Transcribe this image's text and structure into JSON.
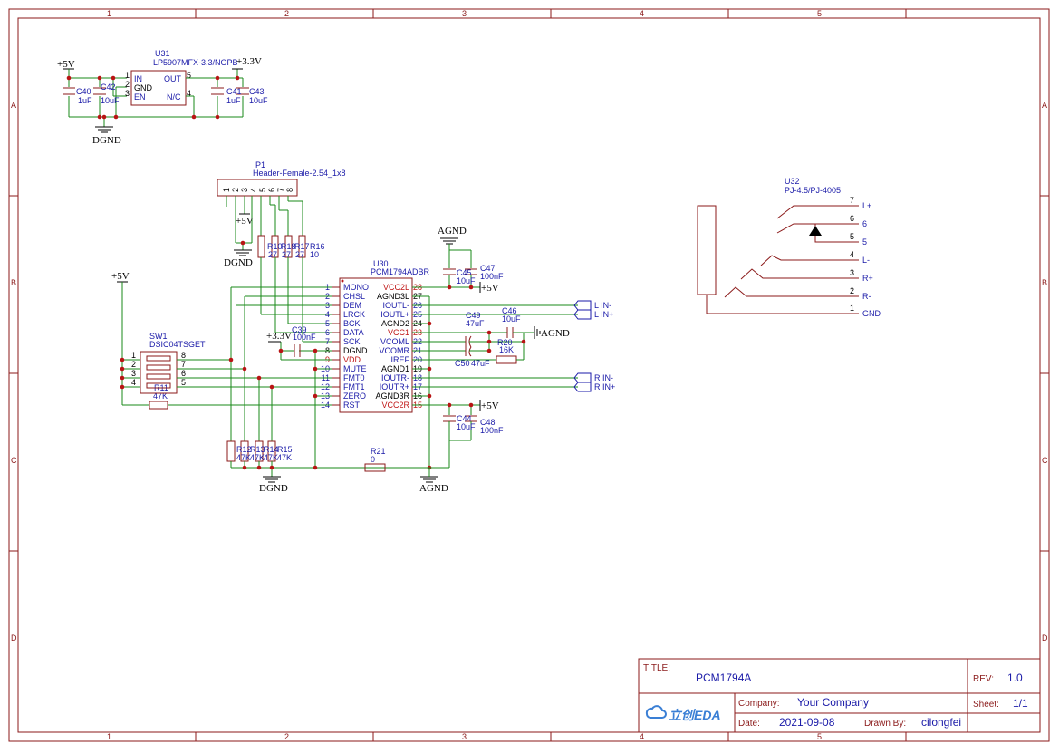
{
  "border": {
    "columns": [
      "1",
      "2",
      "3",
      "4",
      "5"
    ],
    "rows": [
      "A",
      "B",
      "C",
      "D"
    ]
  },
  "title_block": {
    "title_label": "TITLE:",
    "title": "PCM1794A",
    "rev_label": "REV:",
    "rev": "1.0",
    "company_label": "Company:",
    "company": "Your Company",
    "sheet_label": "Sheet:",
    "sheet": "1/1",
    "date_label": "Date:",
    "date": "2021-09-08",
    "drawn_label": "Drawn By:",
    "drawn_by": "cilongfei",
    "logo_text": "立创EDA"
  },
  "u31": {
    "ref": "U31",
    "part": "LP5907MFX-3.3/NOPB",
    "pins": [
      "IN",
      "GND",
      "EN",
      "OUT",
      "N/C"
    ],
    "pin_numbers": [
      "1",
      "2",
      "3",
      "5",
      "4"
    ]
  },
  "u31_caps": [
    {
      "ref": "C40",
      "value": "1uF"
    },
    {
      "ref": "C42",
      "value": "10uF"
    },
    {
      "ref": "C41",
      "value": "1uF"
    },
    {
      "ref": "C43",
      "value": "10uF"
    }
  ],
  "power": {
    "p5v": "+5V",
    "p33v": "+3.3V",
    "dgnd": "DGND",
    "agnd": "AGND"
  },
  "p1": {
    "ref": "P1",
    "part": "Header-Female-2.54_1x8",
    "pins": [
      "1",
      "2",
      "3",
      "4",
      "5",
      "6",
      "7",
      "8"
    ]
  },
  "resistors_top": [
    {
      "ref": "R10",
      "value": "27"
    },
    {
      "ref": "R18",
      "value": "27"
    },
    {
      "ref": "R17",
      "value": "27"
    },
    {
      "ref": "R16",
      "value": "10"
    }
  ],
  "u30": {
    "ref": "U30",
    "part": "PCM1794ADBR",
    "left_pins": [
      {
        "n": "1",
        "name": "MONO",
        "color": "blue"
      },
      {
        "n": "2",
        "name": "CHSL",
        "color": "blue"
      },
      {
        "n": "3",
        "name": "DEM",
        "color": "blue"
      },
      {
        "n": "4",
        "name": "LRCK",
        "color": "blue"
      },
      {
        "n": "5",
        "name": "BCK",
        "color": "blue"
      },
      {
        "n": "6",
        "name": "DATA",
        "color": "blue"
      },
      {
        "n": "7",
        "name": "SCK",
        "color": "blue"
      },
      {
        "n": "8",
        "name": "DGND",
        "color": "black"
      },
      {
        "n": "9",
        "name": "VDD",
        "color": "red"
      },
      {
        "n": "10",
        "name": "MUTE",
        "color": "blue"
      },
      {
        "n": "11",
        "name": "FMT0",
        "color": "blue"
      },
      {
        "n": "12",
        "name": "FMT1",
        "color": "blue"
      },
      {
        "n": "13",
        "name": "ZERO",
        "color": "blue"
      },
      {
        "n": "14",
        "name": "RST",
        "color": "blue"
      }
    ],
    "right_pins": [
      {
        "n": "28",
        "name": "VCC2L",
        "color": "red"
      },
      {
        "n": "27",
        "name": "AGND3L",
        "color": "black"
      },
      {
        "n": "26",
        "name": "IOUTL-",
        "color": "blue"
      },
      {
        "n": "25",
        "name": "IOUTL+",
        "color": "blue"
      },
      {
        "n": "24",
        "name": "AGND2",
        "color": "black"
      },
      {
        "n": "23",
        "name": "VCC1",
        "color": "red"
      },
      {
        "n": "22",
        "name": "VCOML",
        "color": "blue"
      },
      {
        "n": "21",
        "name": "VCOMR",
        "color": "blue"
      },
      {
        "n": "20",
        "name": "IREF",
        "color": "blue"
      },
      {
        "n": "19",
        "name": "AGND1",
        "color": "black"
      },
      {
        "n": "18",
        "name": "IOUTR-",
        "color": "blue"
      },
      {
        "n": "17",
        "name": "IOUTR+",
        "color": "blue"
      },
      {
        "n": "16",
        "name": "AGND3R",
        "color": "black"
      },
      {
        "n": "15",
        "name": "VCC2R",
        "color": "red"
      }
    ]
  },
  "u30_caps": [
    {
      "ref": "C45",
      "value": "10uF"
    },
    {
      "ref": "C47",
      "value": "100nF"
    },
    {
      "ref": "C39",
      "value": "100nF"
    },
    {
      "ref": "C49",
      "value": "47uF"
    },
    {
      "ref": "C46",
      "value": "10uF"
    },
    {
      "ref": "C50",
      "value": "47uF"
    },
    {
      "ref": "C44",
      "value": "10uF"
    },
    {
      "ref": "C48",
      "value": "100nF"
    }
  ],
  "r20": {
    "ref": "R20",
    "value": "16K"
  },
  "r21": {
    "ref": "R21",
    "value": "0"
  },
  "r11": {
    "ref": "R11",
    "value": "47K"
  },
  "resistors_bottom": [
    {
      "ref": "R12",
      "value": "47K"
    },
    {
      "ref": "R13",
      "value": "47K"
    },
    {
      "ref": "R14",
      "value": "47K"
    },
    {
      "ref": "R15",
      "value": "47K"
    }
  ],
  "sw1": {
    "ref": "SW1",
    "part": "DSIC04TSGET",
    "left": [
      "1",
      "2",
      "3",
      "4"
    ],
    "right": [
      "8",
      "7",
      "6",
      "5"
    ]
  },
  "net_labels": {
    "l_minus": "L IN-",
    "l_plus": "L IN+",
    "r_minus": "R IN-",
    "r_plus": "R IN+"
  },
  "u32": {
    "ref": "U32",
    "part": "PJ-4.5/PJ-4005",
    "pins": [
      {
        "n": "7",
        "name": "L+"
      },
      {
        "n": "6",
        "name": "6"
      },
      {
        "n": "5",
        "name": "5"
      },
      {
        "n": "4",
        "name": "L-"
      },
      {
        "n": "3",
        "name": "R+"
      },
      {
        "n": "2",
        "name": "R-"
      },
      {
        "n": "1",
        "name": "GND"
      }
    ]
  }
}
